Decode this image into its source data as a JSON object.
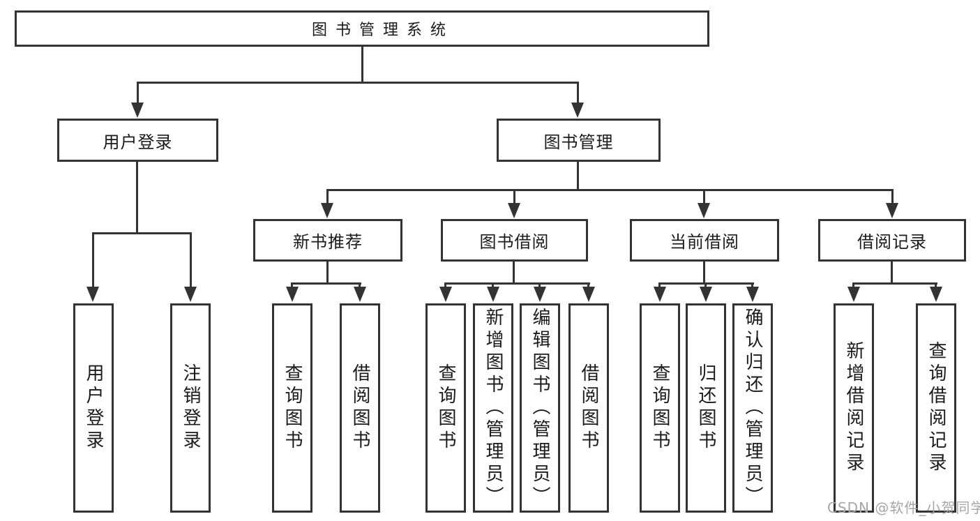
{
  "diagram": {
    "title": "图书管理系统",
    "nodes": {
      "root": {
        "label": "图书管理系统"
      },
      "user_login": {
        "label": "用户登录"
      },
      "book_mgmt": {
        "label": "图书管理"
      },
      "new_book_rec": {
        "label": "新书推荐"
      },
      "book_borrow": {
        "label": "图书借阅"
      },
      "current_borrow": {
        "label": "当前借阅"
      },
      "borrow_records": {
        "label": "借阅记录"
      },
      "ul_login": {
        "label": "用户登录"
      },
      "ul_logout": {
        "label": "注销登录"
      },
      "nbr_query": {
        "label": "查询图书"
      },
      "nbr_borrow": {
        "label": "借阅图书"
      },
      "bb_query": {
        "label": "查询图书"
      },
      "bb_add": {
        "label": "新增图书（管理员）"
      },
      "bb_edit": {
        "label": "编辑图书（管理员）"
      },
      "bb_borrow": {
        "label": "借阅图书"
      },
      "cb_query": {
        "label": "查询图书"
      },
      "cb_return": {
        "label": "归还图书"
      },
      "cb_confirm": {
        "label": "确认归还（管理员）"
      },
      "br_add": {
        "label": "新增借阅记录"
      },
      "br_query": {
        "label": "查询借阅记录"
      }
    }
  },
  "watermark": "CSDN @软件_小贺同学",
  "colors": {
    "line": "#333333",
    "text": "#1a1a1a",
    "watermark": "#a6a6a6",
    "background": "#ffffff"
  }
}
